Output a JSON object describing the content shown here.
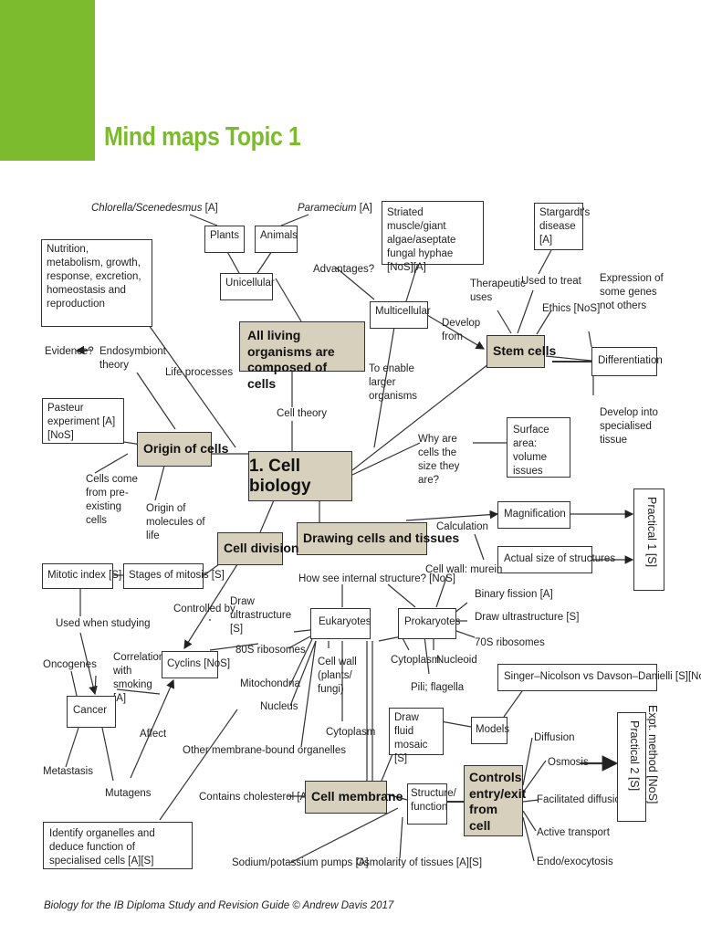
{
  "header": {
    "title": "Mind maps Topic 1"
  },
  "center": {
    "label": "1. Cell biology"
  },
  "key_nodes": {
    "all_living": "All living organisms are composed of cells",
    "origin": "Origin of cells",
    "stem_cells": "Stem cells",
    "cell_division": "Cell division",
    "drawing": "Drawing cells and tissues",
    "cell_membrane": "Cell membrane",
    "controls": "Controls entry/exit from cell"
  },
  "boxes": {
    "plants": "Plants",
    "animals": "Animals",
    "unicellular": "Unicellular",
    "multicellular": "Multicellular",
    "striated": "Striated muscle/giant algae/aseptate fungal hyphae [NoS][A]",
    "stargardt": "Stargardt's disease [A]",
    "nutrition": "Nutrition, metabolism, growth, response, excretion, homeostasis and reproduction",
    "pasteur": "Pasteur experiment [A][NoS]",
    "differentiation": "Differentiation",
    "surface_area": "Surface area: volume issues",
    "magnification": "Magnification",
    "actual_size": "Actual size of structures",
    "practical1": "Practical 1 [S]",
    "mitotic_index": "Mitotic index [S]",
    "stages_mitosis": "Stages of mitosis [S]",
    "eukaryotes": "Eukaryotes",
    "prokaryotes": "Prokaryotes",
    "cyclins": "Cyclins [NoS]",
    "cancer": "Cancer",
    "singer": "Singer–Nicolson vs Davson–Danielli [S][NoS]",
    "draw_fluid": "Draw fluid mosaic [S]",
    "models": "Models",
    "structure_function": "Structure/ function",
    "identify": "Identify organelles and deduce function of specialised cells [A][S]",
    "practical2": "Practical 2 [S]"
  },
  "labels": {
    "chlorella": "Chlorella/Scenedesmus",
    "chlorella_tag": " [A]",
    "paramecium": "Paramecium",
    "paramecium_tag": " [A]",
    "advantages": "Advantages?",
    "therapeutic": "Therapeutic uses",
    "used_to_treat": "Used to treat",
    "ethics": "Ethics [NoS]",
    "expression": "Expression of some genes not others",
    "develop_from": "Develop from",
    "to_enable": "To enable larger organisms",
    "evidence": "Evidence?",
    "endosymbiont": "Endosymbiont theory",
    "life_processes": "Life processes",
    "cell_theory": "Cell theory",
    "why_size": "Why are cells the size they are?",
    "develop_into": "Develop into specialised tissue",
    "cells_come": "Cells come from pre-existing cells",
    "origin_molecules": "Origin of molecules of life",
    "calculation": "Calculation",
    "how_see": "How see internal structure? [NoS]",
    "cell_wall_murein": "Cell wall: murein",
    "binary_fission": "Binary fission [A]",
    "draw_ultra_prok": "Draw ultrastructure [S]",
    "ribosomes70": "70S ribosomes",
    "controlled_by": "Controlled by",
    "draw_ultra_euk": "Draw ultrastructure [S]",
    "used_when": "Used when studying",
    "ribosomes80": "80S ribosomes",
    "mitochondria": "Mitochondria",
    "nucleus": "Nucleus",
    "cell_wall_plants": "Cell wall (plants/ fungi)",
    "cytoplasm_prok": "Cytoplasm",
    "nucleoid": "Nucleoid",
    "pili": "Pili; flagella",
    "oncogenes": "Oncogenes",
    "correlation": "Correlation with smoking [A]",
    "cytoplasm_euk": "Cytoplasm",
    "affect": "Affect",
    "metastasis": "Metastasis",
    "mutagens": "Mutagens",
    "other_organelles": "Other membrane-bound organelles",
    "contains_cholesterol": "Contains cholesterol [A]",
    "diffusion": "Diffusion",
    "osmosis": "Osmosis",
    "facilitated": "Facilitated diffusion",
    "active": "Active transport",
    "endo": "Endo/exocytosis",
    "expt_method": "Expt. method [NoS]",
    "sodium": "Sodium/potassium pumps [A]",
    "osmolarity": "Osmolarity of tissues [A][S]"
  },
  "footer": {
    "credit": "Biology for the IB Diploma Study and Revision Guide © Andrew Davis 2017"
  }
}
